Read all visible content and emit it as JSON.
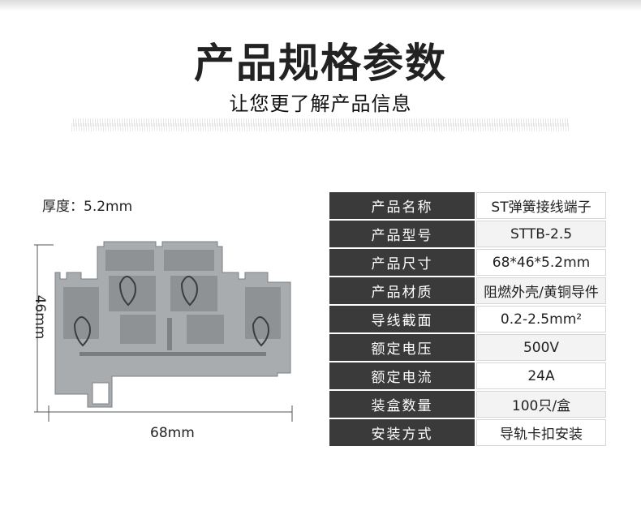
{
  "header": {
    "title": "产品规格参数",
    "subtitle": "让您更了解产品信息"
  },
  "drawing": {
    "thickness": "厚度：5.2mm",
    "height_label": "46mm",
    "width_label": "68mm"
  },
  "specs": [
    {
      "label": "产品名称",
      "value": "ST弹簧接线端子"
    },
    {
      "label": "产品型号",
      "value": "STTB-2.5"
    },
    {
      "label": "产品尺寸",
      "value": "68*46*5.2mm"
    },
    {
      "label": "产品材质",
      "value": "阻燃外壳/黄铜导件"
    },
    {
      "label": "导线截面",
      "value": "0.2-2.5mm²"
    },
    {
      "label": "额定电压",
      "value": "500V"
    },
    {
      "label": "额定电流",
      "value": "24A"
    },
    {
      "label": "装盒数量",
      "value": "100只/盒"
    },
    {
      "label": "安装方式",
      "value": "导轨卡扣安装"
    }
  ],
  "colors": {
    "label_bg": "#3a3a3a",
    "part_gray": "#a9acae"
  }
}
